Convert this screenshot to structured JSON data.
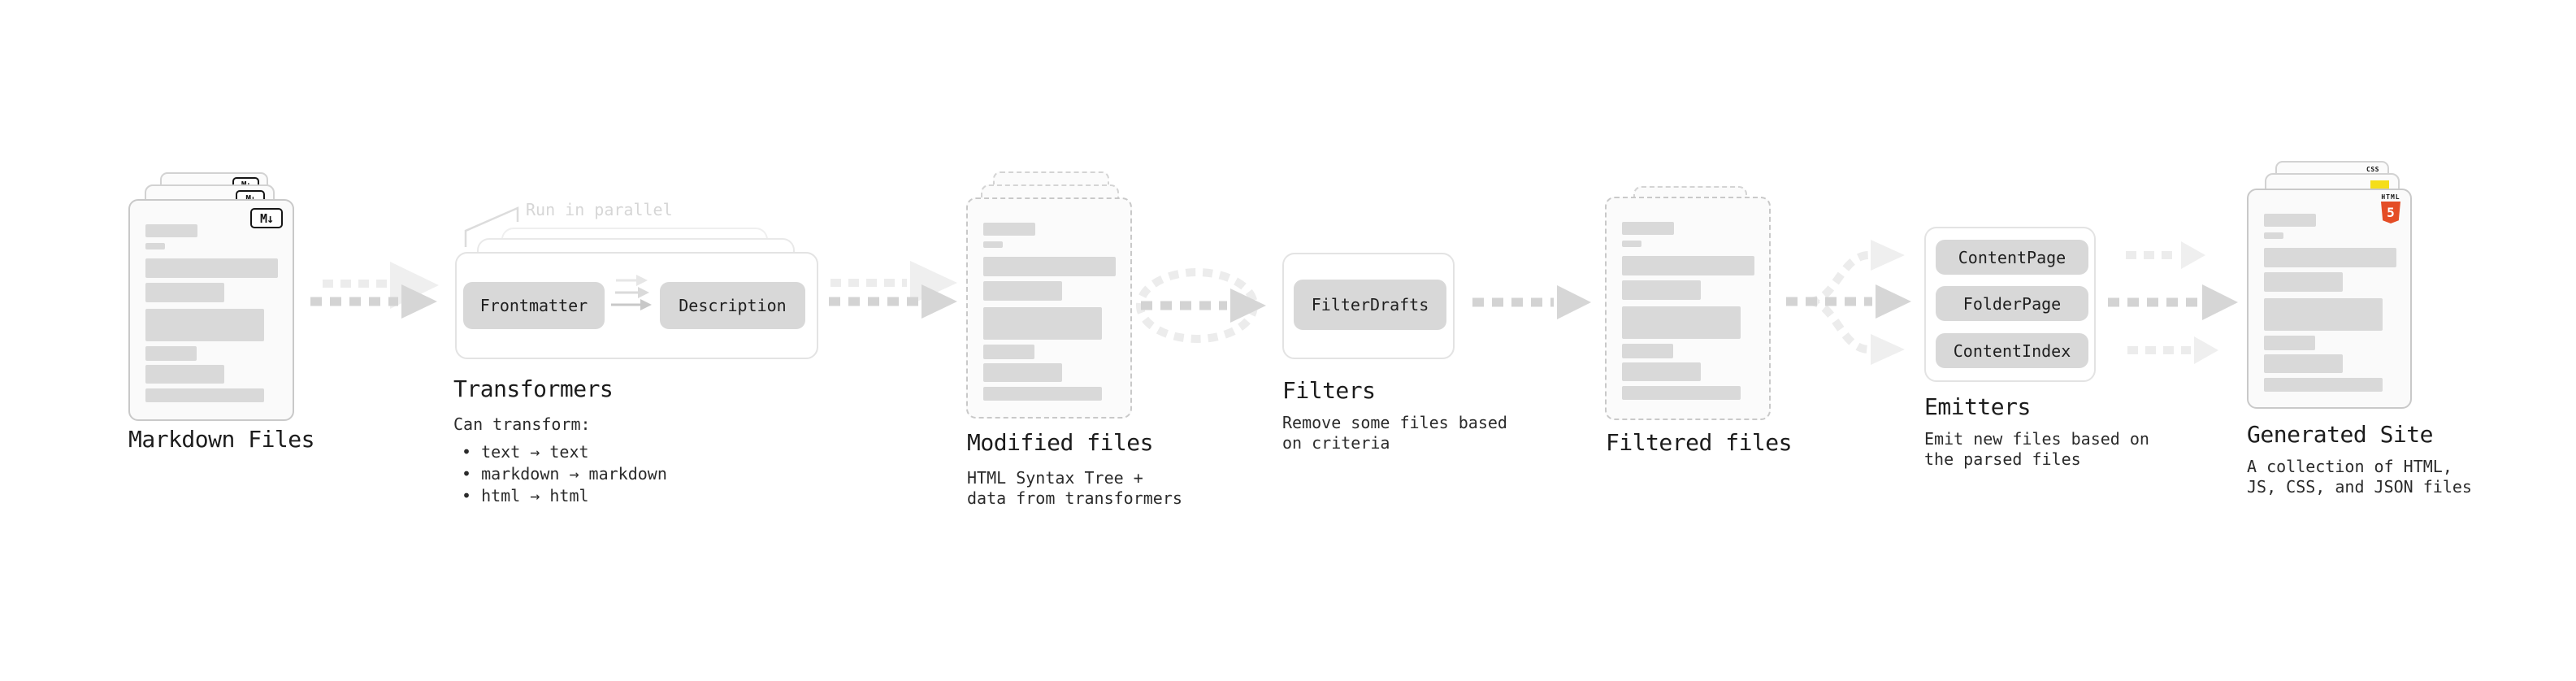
{
  "colors": {
    "background": "#ffffff",
    "bar_gray": "#d9d9d9",
    "card_border": "#c9c9c9",
    "container_border": "#e3e3e3",
    "button_bg": "#d8d8d8",
    "arrow_gray": "#d3d3d3",
    "arrow_light": "#ececec",
    "text": "#1c1c1c",
    "note_gray": "#d6d6d6",
    "html5_orange": "#e44d26",
    "js_yellow": "#f5de19",
    "css_blue": "#2968e3"
  },
  "sections": {
    "markdown_files": {
      "title": "Markdown Files",
      "badge": "M↓"
    },
    "transformers": {
      "title": "Transformers",
      "note": "Run in parallel",
      "buttons": [
        "Frontmatter",
        "Description"
      ],
      "description": "Can transform:",
      "bullets": [
        "• text → text",
        "• markdown → markdown",
        "• html → html"
      ]
    },
    "modified_files": {
      "title": "Modified files",
      "description": "HTML Syntax Tree +\ndata from transformers"
    },
    "filters": {
      "title": "Filters",
      "buttons": [
        "FilterDrafts"
      ],
      "description": "Remove some files based\non criteria"
    },
    "filtered_files": {
      "title": "Filtered files"
    },
    "emitters": {
      "title": "Emitters",
      "buttons": [
        "ContentPage",
        "FolderPage",
        "ContentIndex"
      ],
      "description": "Emit new files based on\nthe parsed files"
    },
    "generated_site": {
      "title": "Generated Site",
      "badges": {
        "css": "CSS",
        "html": "HTML",
        "html_five": "5"
      },
      "description": "A collection of HTML,\nJS, CSS, and JSON files"
    }
  }
}
